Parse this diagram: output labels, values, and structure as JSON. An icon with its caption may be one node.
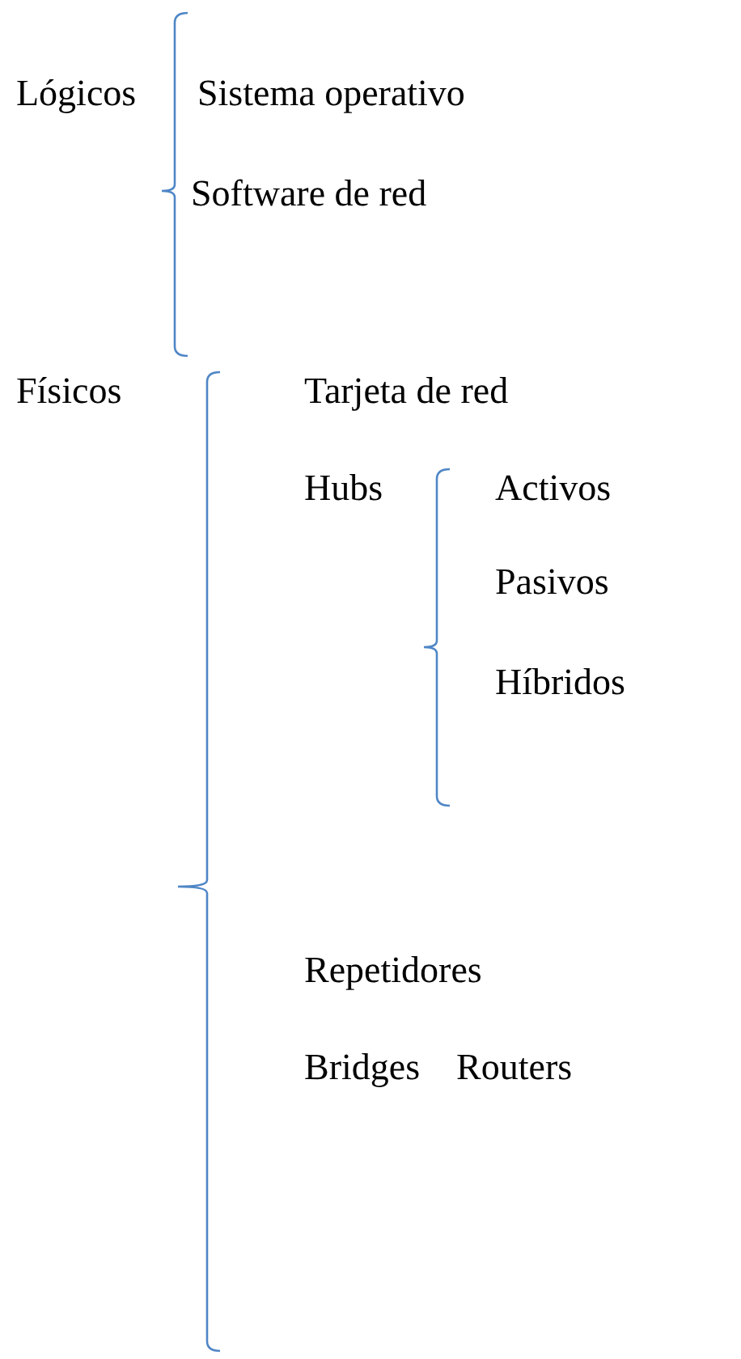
{
  "diagram": {
    "labels": [
      "Lógicos",
      "Sistema operativo",
      "Software de red",
      "Físicos",
      "Tarjeta de red",
      "Hubs",
      "Activos",
      "Pasivos",
      "Híbridos",
      "Repetidores",
      "Bridges",
      "Routers"
    ]
  }
}
